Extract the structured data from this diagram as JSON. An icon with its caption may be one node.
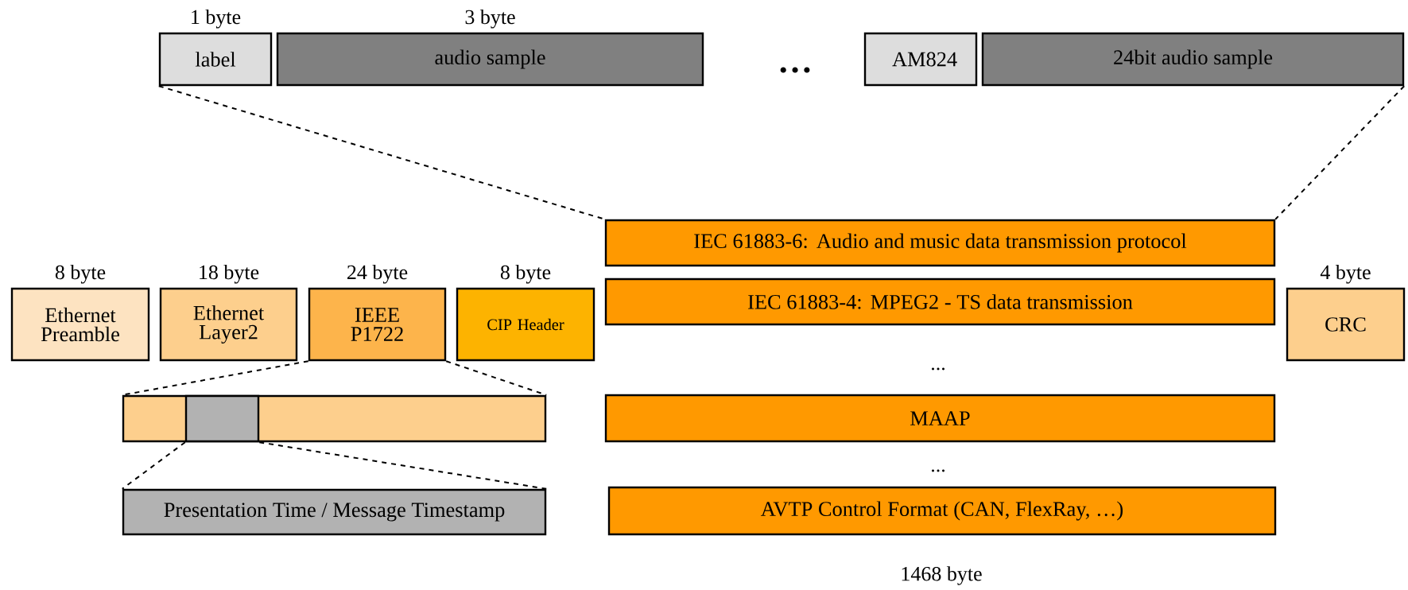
{
  "diagram": {
    "nodes": [
      {
        "text": [
          "label"
        ],
        "beside": [
          "1 byte"
        ]
      },
      {
        "text": [
          "audio sample"
        ],
        "beside": [
          "3 byte"
        ]
      },
      {
        "text": [
          "AM824"
        ]
      },
      {
        "text": [
          "24bit audio sample"
        ]
      },
      {
        "text": [
          "Ethernet Preamble"
        ],
        "beside": [
          "8 byte"
        ]
      },
      {
        "text": [
          "Ethernet Layer2"
        ],
        "beside": [
          "18 byte"
        ]
      },
      {
        "text": [
          "IEEE P1722"
        ],
        "beside": [
          "24 byte"
        ]
      },
      {
        "text": [
          "CIP Header"
        ],
        "beside": [
          "8 byte"
        ]
      },
      {
        "text": [
          "IEC 61883-6: Audio and music data transmission protocol"
        ]
      },
      {
        "text": [
          "IEC 61883-4: MPEG2 - TS data transmission"
        ]
      },
      {
        "text": [
          "MAAP"
        ]
      },
      {
        "text": [
          "AVTP Control Format (CAN, FlexRay, …)"
        ]
      },
      {
        "text": [
          "CRC"
        ],
        "beside": [
          "4 byte"
        ]
      },
      {
        "text": [],
        "shape": "box"
      },
      {
        "text": [],
        "shape": "box",
        "in": 13
      },
      {
        "text": [
          "Presentation Time / Message Timestamp"
        ]
      }
    ],
    "edges": [
      {
        "from": 0,
        "to": 8,
        "arrow": "none",
        "style": "dashed"
      },
      {
        "from": 3,
        "to": 8,
        "arrow": "none",
        "style": "dashed"
      },
      {
        "from": 6,
        "to": 13,
        "arrow": "none",
        "style": "dashed"
      },
      {
        "from": 6,
        "to": 13,
        "arrow": "none",
        "style": "dashed"
      },
      {
        "from": 14,
        "to": 15,
        "arrow": "none",
        "style": "dashed"
      },
      {
        "from": 14,
        "to": 15,
        "arrow": "none",
        "style": "dashed"
      }
    ],
    "labels": [
      "…",
      "...",
      "...",
      "1468 byte"
    ]
  }
}
